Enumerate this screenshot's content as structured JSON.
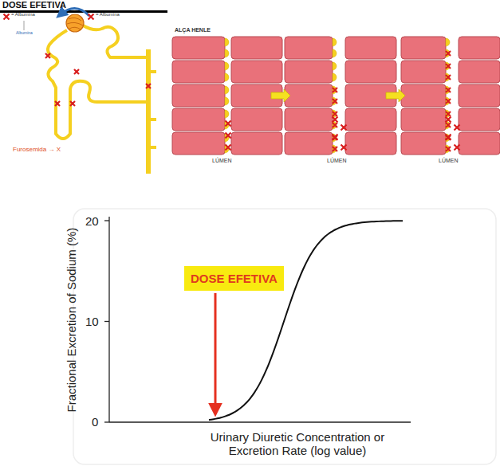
{
  "diagram": {
    "title": "DOSE EFETIVA",
    "nodes": [
      {
        "text": [
          "DOSE EFETIVA"
        ]
      }
    ],
    "labels": [
      "= Albumina",
      "= Albumina",
      "Albumina",
      "Furosemida → X",
      "ALÇA HENLE",
      "LÚMEN",
      "LÚMEN",
      "LÚMEN",
      "20",
      "10",
      "0",
      "Fractional Excretion of Sodium (%)",
      "Urinary Diuretic Concentration or Excretion Rate (log value)"
    ]
  }
}
